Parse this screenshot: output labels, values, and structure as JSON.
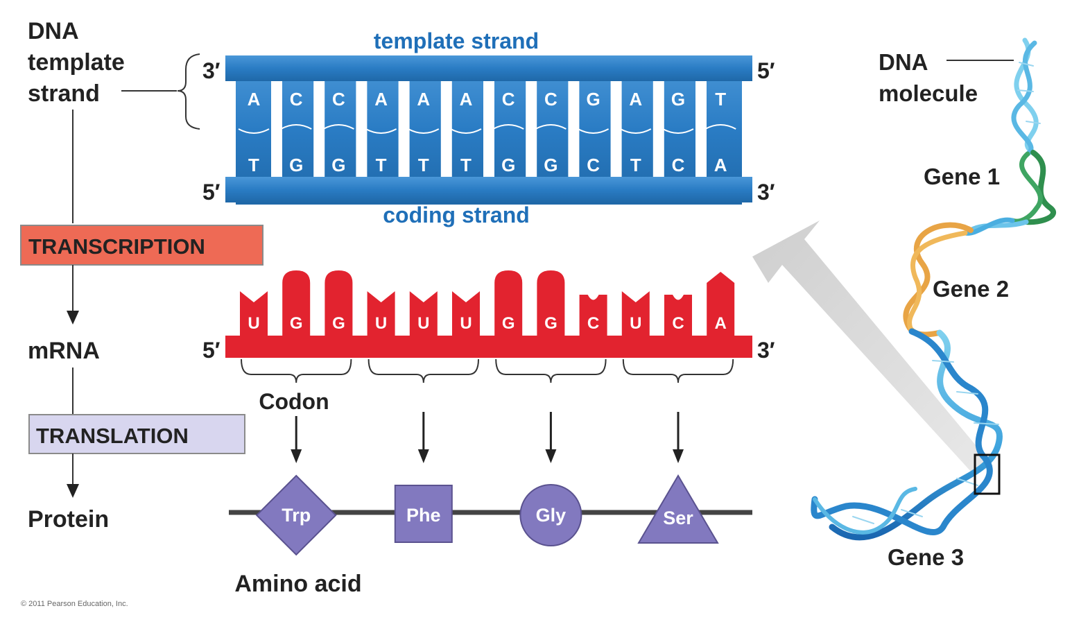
{
  "flow": {
    "dna_label": "DNA",
    "template_label": "template",
    "strand_label": "strand",
    "transcription": "TRANSCRIPTION",
    "mrna": "mRNA",
    "translation": "TRANSLATION",
    "protein": "Protein"
  },
  "dna_ladder": {
    "template_title": "template strand",
    "coding_title": "coding strand",
    "top_left_end": "3′",
    "top_right_end": "5′",
    "bottom_left_end": "5′",
    "bottom_right_end": "3′",
    "template_bases": [
      "A",
      "C",
      "C",
      "A",
      "A",
      "A",
      "C",
      "C",
      "G",
      "A",
      "G",
      "T"
    ],
    "coding_bases": [
      "T",
      "G",
      "G",
      "T",
      "T",
      "T",
      "G",
      "G",
      "C",
      "T",
      "C",
      "A"
    ]
  },
  "mrna": {
    "left_end": "5′",
    "right_end": "3′",
    "bases": [
      "U",
      "G",
      "G",
      "U",
      "U",
      "U",
      "G",
      "G",
      "C",
      "U",
      "C",
      "A"
    ],
    "codon_label": "Codon"
  },
  "protein_chain": {
    "amino_acids": [
      {
        "name": "Trp",
        "shape": "diamond"
      },
      {
        "name": "Phe",
        "shape": "square"
      },
      {
        "name": "Gly",
        "shape": "circle"
      },
      {
        "name": "Ser",
        "shape": "triangle"
      }
    ],
    "amino_acid_label": "Amino acid"
  },
  "helix": {
    "molecule_label_1": "DNA",
    "molecule_label_2": "molecule",
    "gene1": "Gene 1",
    "gene2": "Gene 2",
    "gene3": "Gene 3"
  },
  "copyright": "© 2011 Pearson Education, Inc.",
  "colors": {
    "dna_blue": "#2a7cc4",
    "title_blue": "#1f6fb8",
    "mrna_red": "#e2232f",
    "transcription_box": "#ee6a55",
    "translation_box": "#d8d6ef",
    "amino_purple": "#8279bf",
    "gene1_green": "#2f8f4e",
    "gene2_orange": "#e8a445"
  }
}
